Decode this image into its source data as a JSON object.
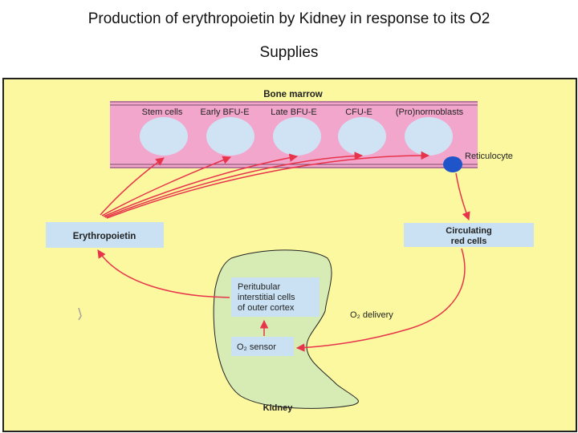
{
  "title": {
    "line1": "Production of erythropoietin by Kidney in response to its O2",
    "line2": "Supplies"
  },
  "diagram": {
    "bone_marrow_label": "Bone marrow",
    "stages": [
      "Stem cells",
      "Early BFU-E",
      "Late BFU-E",
      "CFU-E",
      "(Pro)normoblasts"
    ],
    "reticulocyte_label": "Reticulocyte",
    "erythropoietin_label": "Erythropoietin",
    "circulating_label_line1": "Circulating",
    "circulating_label_line2": "red cells",
    "peritubular_line1": "Peritubular",
    "peritubular_line2": "interstitial cells",
    "peritubular_line3": "of outer cortex",
    "o2_sensor_label": "O₂ sensor",
    "o2_delivery_label": "O₂ delivery",
    "kidney_label": "Kidney"
  },
  "colors": {
    "panel_background": "#fbf8a0",
    "bone_marrow_band": "#f2a6cc",
    "cell_fill": "#cfe3f5",
    "label_box": "#c9e1f2",
    "arrow": "#e8344a",
    "kidney_fill": "#d6ecb4",
    "reticulocyte": "#1f55c8"
  }
}
